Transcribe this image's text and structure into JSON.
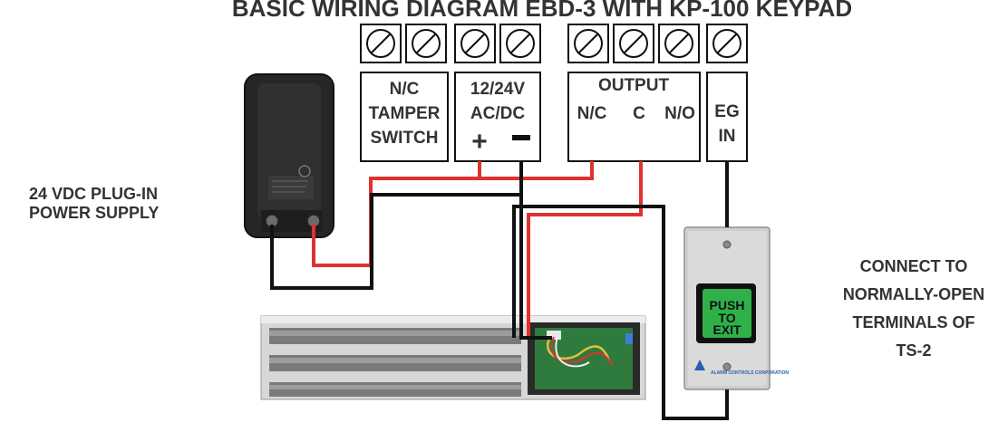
{
  "title": "BASIC WIRING DIAGRAM EBD-3 WITH KP-100 KEYPAD",
  "terminal_blocks": {
    "tamper": [
      "N/C",
      "TAMPER",
      "SWITCH"
    ],
    "power": {
      "line1": "12/24V",
      "line2": "AC/DC",
      "plus": "+",
      "minus": "–"
    },
    "output": {
      "heading": "OUTPUT",
      "nc": "N/C",
      "c": "C",
      "no": "N/O"
    },
    "eg": [
      "EG",
      "IN"
    ]
  },
  "power_supply": {
    "label_line1": "24 VDC PLUG-IN",
    "label_line2": "POWER SUPPLY"
  },
  "push_button": {
    "face": [
      "PUSH",
      "TO",
      "EXIT"
    ],
    "brand": "ALARM CONTROLS CORPORATION"
  },
  "note": [
    "CONNECT TO",
    "NORMALLY-OPEN",
    "TERMINALS OF",
    "TS-2"
  ],
  "colors": {
    "red_wire": "#e0312f",
    "black_wire": "#111111",
    "button_green": "#2fb14a"
  }
}
